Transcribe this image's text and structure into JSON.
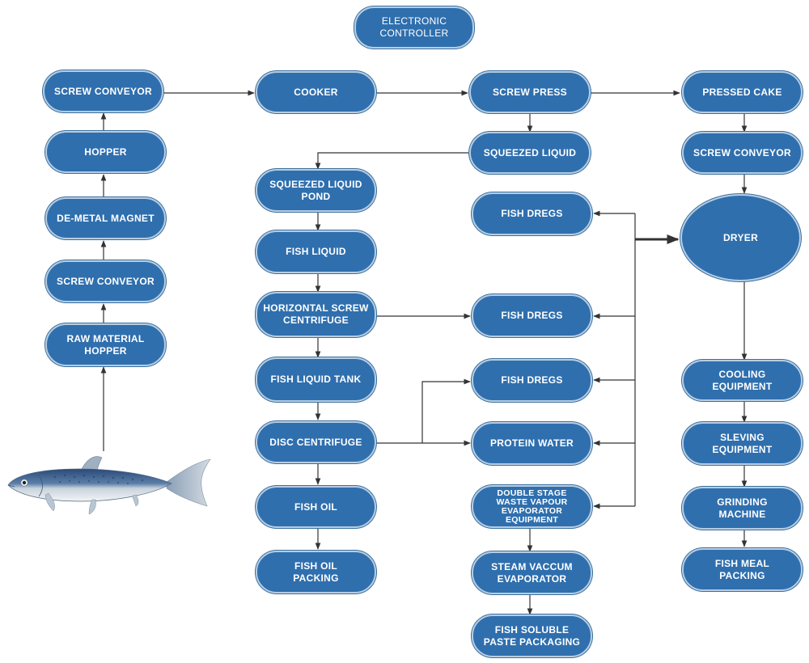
{
  "diagram": {
    "nodes": {
      "electronic_controller": "ELECTRONIC\nCONTROLLER",
      "screw_conveyor_top": "SCREW CONVEYOR",
      "hopper": "HOPPER",
      "de_metal_magnet": "DE-METAL MAGNET",
      "screw_conveyor_lower": "SCREW CONVEYOR",
      "raw_material_hopper": "RAW MATERIAL\nHOPPER",
      "cooker": "COOKER",
      "squeezed_liquid_pond": "SQUEEZED LIQUID\nPOND",
      "fish_liquid": "FISH LIQUID",
      "horizontal_screw_centrifuge": "HORIZONTAL SCREW\nCENTRIFUGE",
      "fish_liquid_tank": "FISH LIQUID TANK",
      "disc_centrifuge": "DISC CENTRIFUGE",
      "fish_oil": "FISH OIL",
      "fish_oil_packing": "FISH OIL\nPACKING",
      "screw_press": "SCREW PRESS",
      "squeezed_liquid": "SQUEEZED LIQUID",
      "fish_dregs_1": "FISH DREGS",
      "fish_dregs_2": "FISH DREGS",
      "fish_dregs_3": "FISH DREGS",
      "protein_water": "PROTEIN WATER",
      "double_stage_evaporator": "DOUBLE STAGE\nWASTE VAPOUR\nEVAPORATOR\nEQUIPMENT",
      "steam_vaccum_evaporator": "STEAM VACCUM\nEVAPORATOR",
      "fish_soluble_paste_packaging": "FISH SOLUBLE\nPASTE PACKAGING",
      "pressed_cake": "PRESSED CAKE",
      "screw_conveyor_right": "SCREW CONVEYOR",
      "dryer": "DRYER",
      "cooling_equipment": "COOLING\nEQUIPMENT",
      "sleving_equipment": "SLEVING\nEQUIPMENT",
      "grinding_machine": "GRINDING\nMACHINE",
      "fish_meal_packing": "FISH MEAL\nPACKING"
    },
    "colors": {
      "node_fill": "#2f6fae",
      "node_border": "#b7cde3",
      "connector": "#333333",
      "text": "#ffffff"
    },
    "icons": {
      "fish_image": "fish-illustration"
    }
  }
}
